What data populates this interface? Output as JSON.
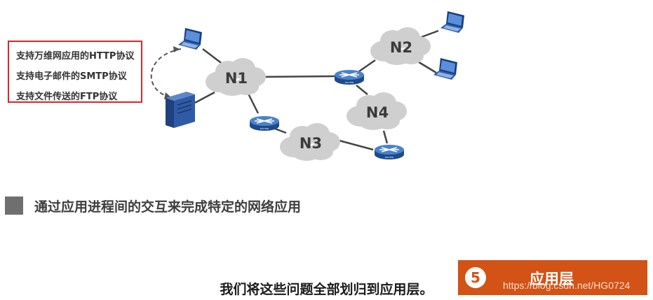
{
  "protocols": {
    "items": [
      "支持万维网应用的HTTP协议",
      "支持电子邮件的SMTP协议",
      "支持文件传送的FTP协议"
    ]
  },
  "network": {
    "clouds": [
      "N1",
      "N2",
      "N3",
      "N4"
    ],
    "router_label": "ROUTER"
  },
  "bullet": {
    "text": "通过应用进程间的交互来完成特定的网络应用"
  },
  "subtitle": "我们将这些问题全部划归到应用层。",
  "layer_badge": {
    "number": "5",
    "title": "应用层"
  },
  "watermark": "https://blog.csdn.net/HG0724",
  "colors": {
    "accent_red": "#d9262c",
    "badge_orange": "#d35215",
    "router_blue": "#2f63ad",
    "cloud_gray": "#cfcfcf"
  }
}
